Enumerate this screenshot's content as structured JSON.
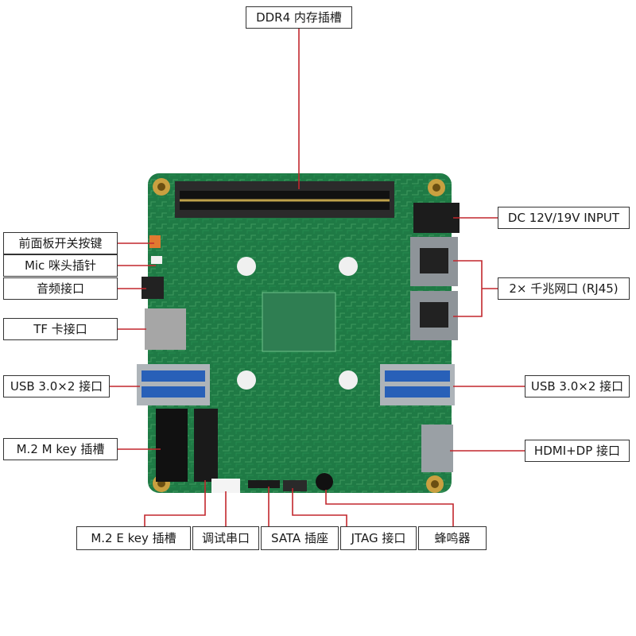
{
  "colors": {
    "leader_line": "#c2272d",
    "label_border": "#333333",
    "pcb_green": "#1f7a45",
    "pcb_light": "#4aa86a"
  },
  "labels": {
    "ddr4": "DDR4 内存插槽",
    "dc_input": "DC 12V/19V INPUT",
    "front_panel": "前面板开关按键",
    "mic": "Mic 咪头插针",
    "audio": "音频接口",
    "rj45": "2× 千兆网口 (RJ45)",
    "tf_card": "TF 卡接口",
    "usb_left": "USB 3.0×2 接口",
    "usb_right": "USB 3.0×2 接口",
    "m2_m": "M.2 M key 插槽",
    "hdmi_dp": "HDMI+DP 接口",
    "m2_e": "M.2 E key 插槽",
    "debug_serial": "调试串口",
    "sata": "SATA 插座",
    "jtag": "JTAG 接口",
    "buzzer": "蜂鸣器"
  }
}
